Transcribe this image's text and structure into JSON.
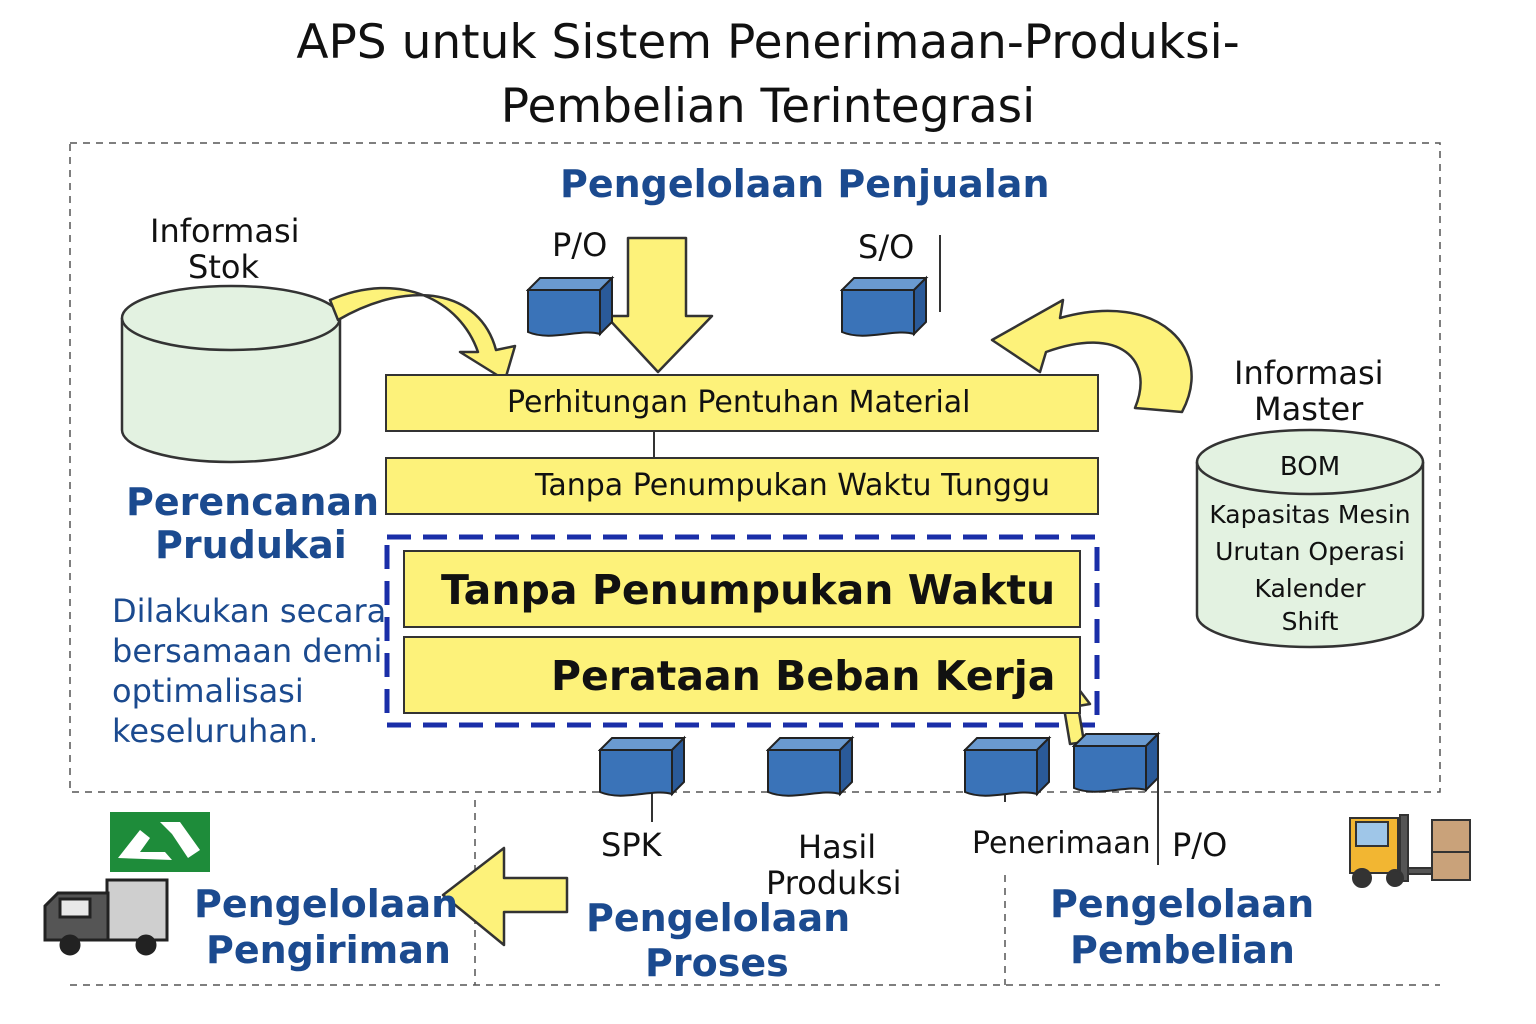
{
  "title": {
    "line1": "APS untuk Sistem Penerimaan-Produksi-",
    "line2": "Pembelian Terintegrasi"
  },
  "sales": {
    "heading": "Pengelolaan Penjualan",
    "po_label": "P/O",
    "so_label": "S/O"
  },
  "stock": {
    "line1": "Informasi",
    "line2": "Stok"
  },
  "master": {
    "line1": "Informasi",
    "line2": "Master",
    "items": [
      "BOM",
      "Kapasitas Mesin",
      "Urutan Operasi",
      "Kalender",
      "Shift"
    ]
  },
  "planning": {
    "heading_line1": "Perencanan",
    "heading_line2": "Prudukai",
    "desc": [
      "Dilakukan secara",
      "bersamaan demi",
      "optimalisasi",
      "keseluruhan."
    ]
  },
  "boxes": {
    "material": "Perhitungan Pentuhan Material",
    "no_wait": "Tanpa Penumpukan Waktu Tunggu",
    "no_time": "Tanpa Penumpukan Waktu",
    "leveling": "Perataan Beban Kerja"
  },
  "bottom_docs": {
    "spk": "SPK",
    "hasil1": "Hasil",
    "hasil2": "Produksi",
    "penerimaan": "Penerimaan",
    "po": "P/O"
  },
  "sections": {
    "shipping1": "Pengelolaan",
    "shipping2": "Pengiriman",
    "process1": "Pengelolaan",
    "process2": "Proses",
    "purchase1": "Pengelolaan",
    "purchase2": "Pembelian"
  },
  "colors": {
    "box_yellow": "#fdf27a",
    "doc_blue": "#3a73b8",
    "heading_blue": "#1b4a8f",
    "cylinder_green": "#e3f2e1",
    "dash_blue": "#1a2ea8"
  },
  "icons": [
    "document-icon",
    "truck-icon",
    "forklift-icon",
    "recycle-boxes-icon",
    "database-icon"
  ]
}
